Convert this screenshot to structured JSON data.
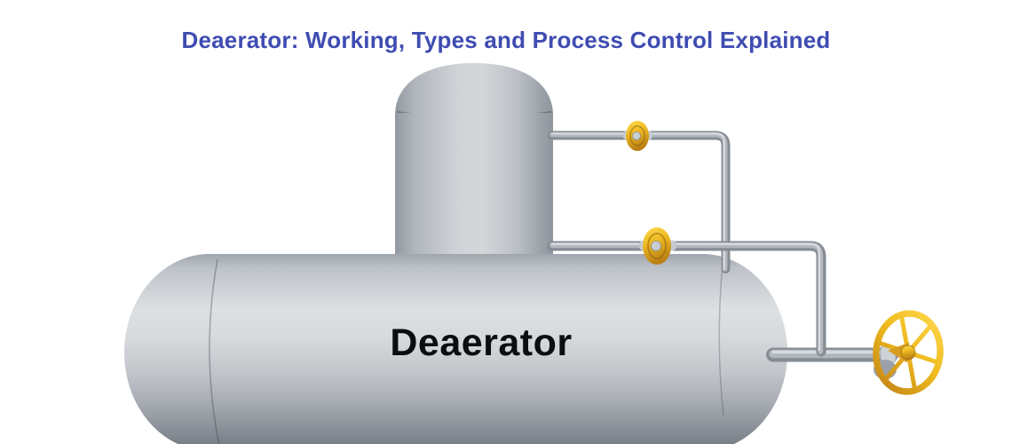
{
  "page": {
    "background": "#ffffff"
  },
  "header": {
    "title": "Deaerator: Working, Types and Process Control Explained",
    "title_color": "#3f4cb1"
  },
  "vessel": {
    "label": "Deaerator",
    "label_color": "#0c0d0e"
  },
  "components": {
    "tower": "deaerator-dome-tower",
    "tank": "horizontal-storage-tank",
    "upper_line_valve": "inline-valve",
    "lower_line_valve": "inline-valve",
    "outlet_valve": "handwheel-valve",
    "drain_nozzle": "drain-nozzle"
  },
  "palette": {
    "metal_highlight": "#dce0e3",
    "metal_mid": "#b4bac0",
    "metal_shadow": "#7b8088",
    "valve_gold": "#f2c02c",
    "valve_gold_dark": "#bf7f15",
    "title_blue": "#3f4cb1",
    "label_black": "#0c0d0e"
  }
}
